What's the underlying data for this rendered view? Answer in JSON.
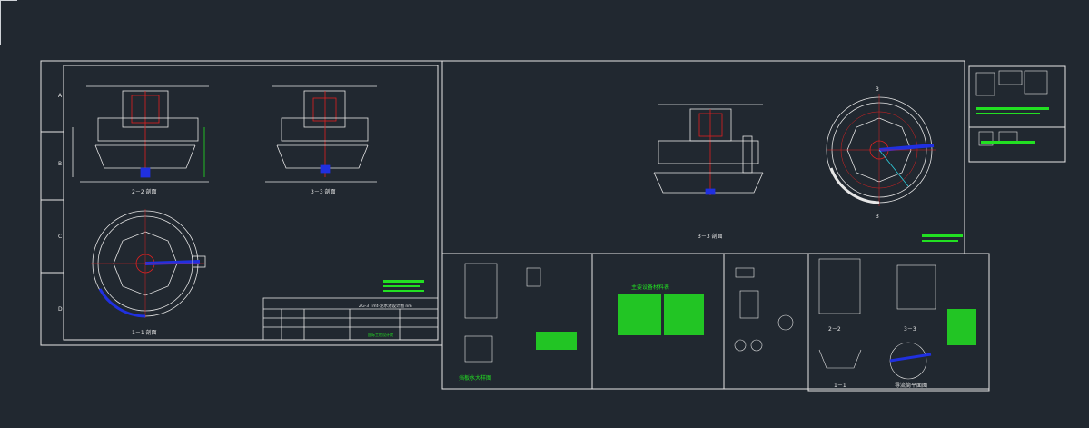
{
  "viewport": {
    "background": "#212830",
    "line_color": "#e6e6e6",
    "accent_green": "#22e022",
    "accent_red": "#e02020",
    "accent_blue": "#2030e0",
    "accent_cyan": "#30d0e0"
  },
  "sheet1": {
    "views": [
      {
        "caption": "2－2 剖面"
      },
      {
        "caption": "3－3 剖面"
      },
      {
        "caption": "1－1 剖面"
      }
    ],
    "title_block_line": "ZG-3 Tmt-泥水池设计图 nm",
    "company": "国际工程设计院",
    "row_letters": [
      "A",
      "B",
      "C",
      "D"
    ]
  },
  "sheet2": {
    "section_caption": "3－3 剖面",
    "section_marks": [
      "3",
      "3"
    ]
  },
  "sheet3": {
    "caption_detail": "挡板水大样图",
    "caption_table": "主要设备材料表",
    "caption_small": [
      "2－2",
      "3－3",
      "1－1",
      "导流筒平面图"
    ]
  }
}
